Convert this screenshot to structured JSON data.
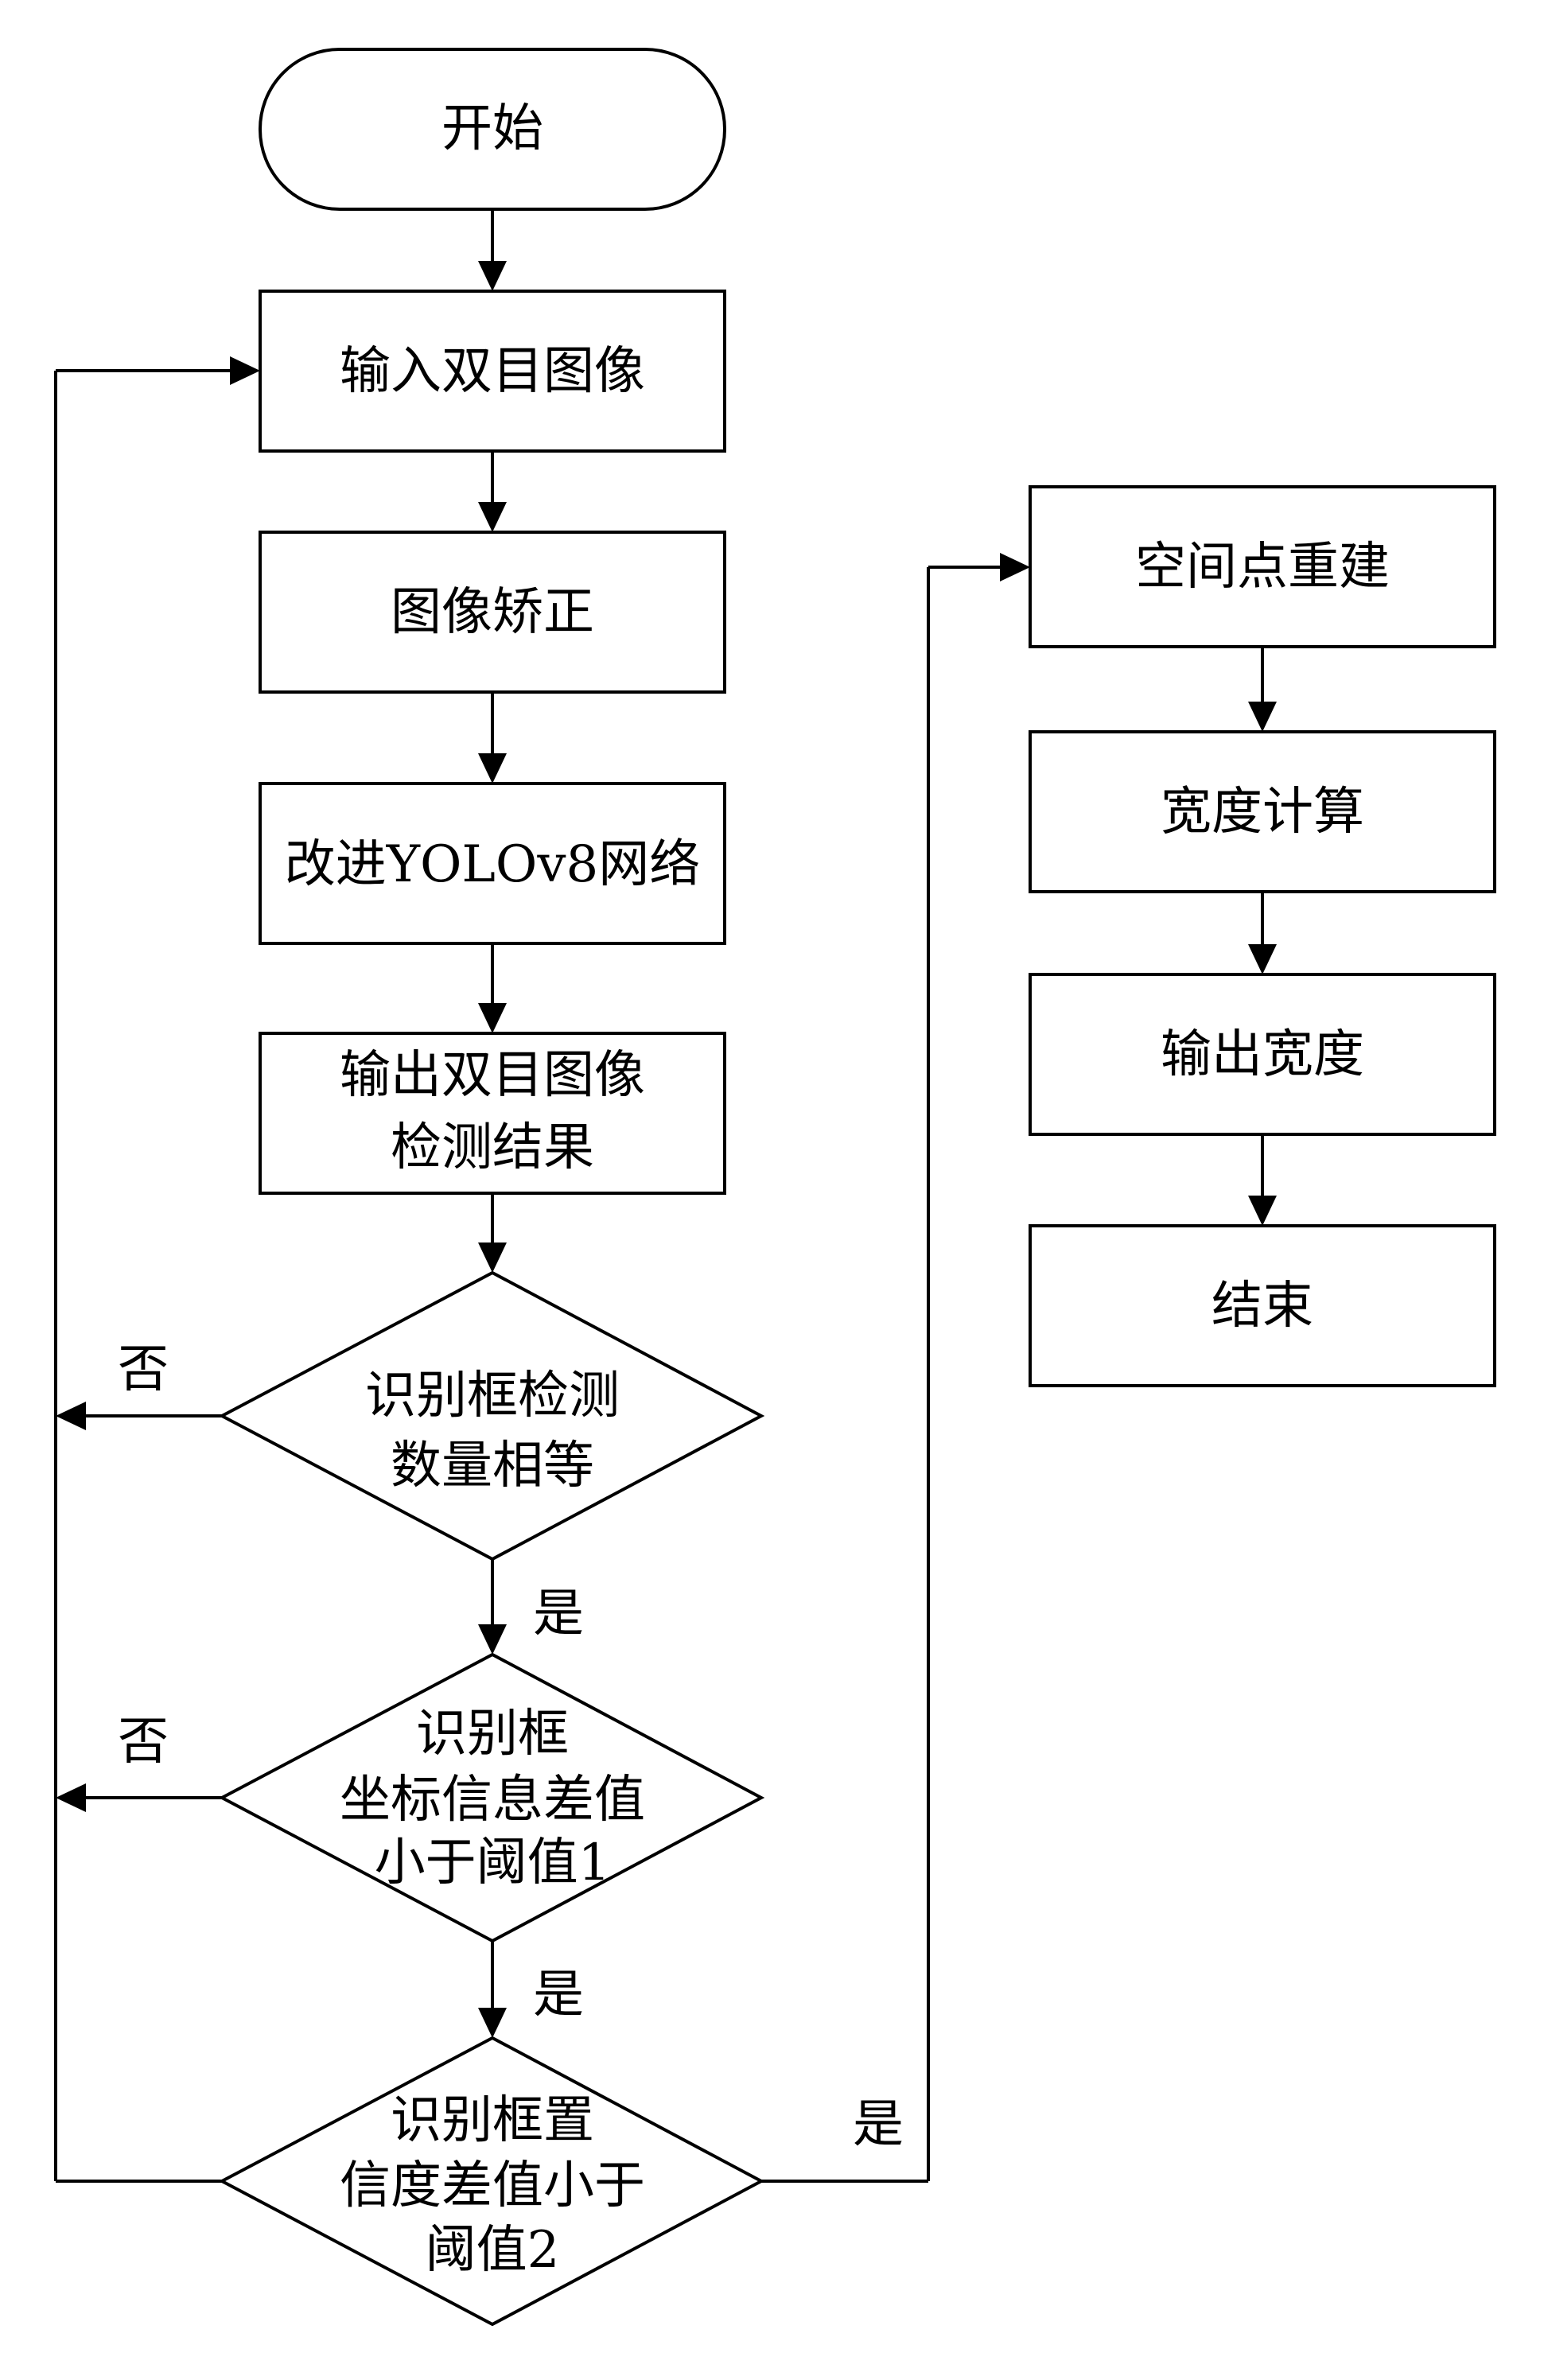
{
  "nodes": {
    "start": "开始",
    "input": "输入双目图像",
    "rectify": "图像矫正",
    "yolo": "改进YOLOv8网络",
    "output": [
      "输出双目图像",
      "检测结果"
    ],
    "d1": [
      "识别框检测",
      "数量相等"
    ],
    "d2": [
      "识别框",
      "坐标信息差值",
      "小于阈值1"
    ],
    "d3": [
      "识别框置",
      "信度差值小于",
      "阈值2"
    ],
    "recon": "空间点重建",
    "width": "宽度计算",
    "out_width": "输出宽度",
    "end": "结束"
  },
  "edges": {
    "yes": "是",
    "no": "否"
  }
}
